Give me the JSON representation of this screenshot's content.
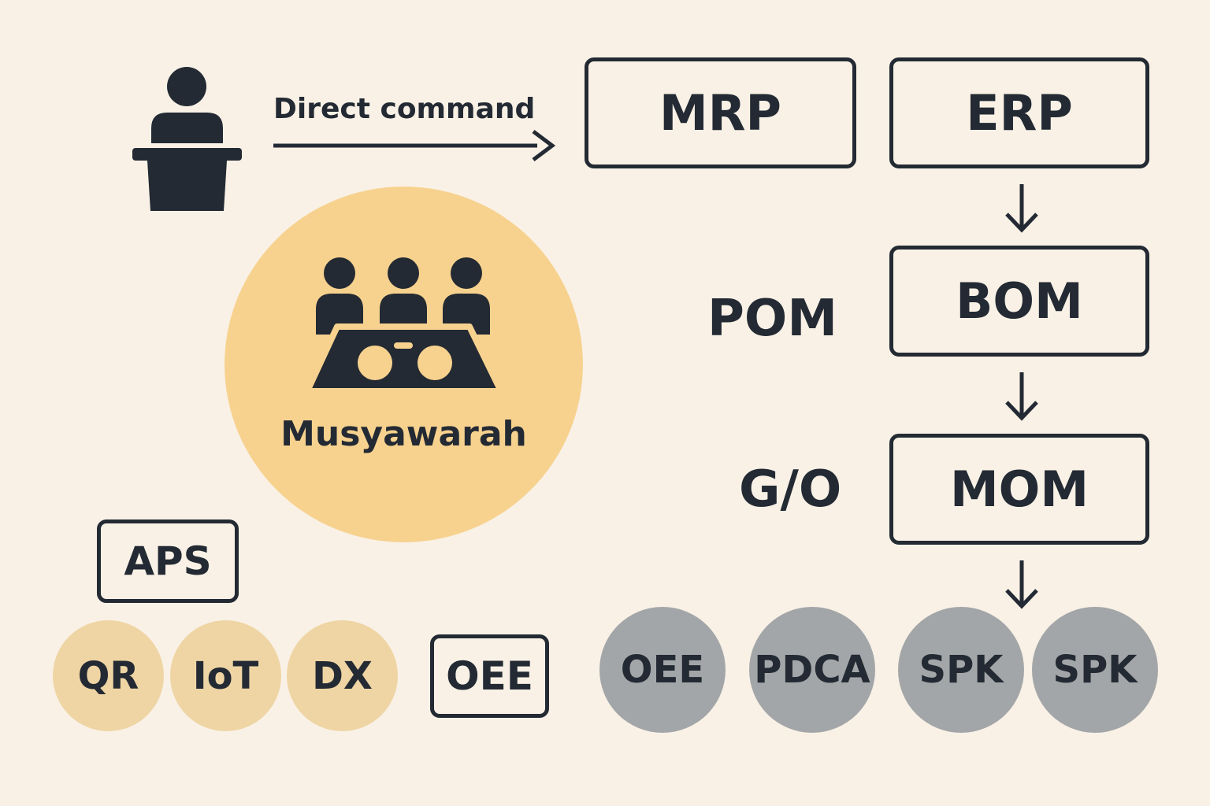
{
  "colors": {
    "background": "#f9f1e6",
    "ink": "#232a33",
    "musyawarah_circle": "#f7d28f",
    "tag_circle": "#efd5a4",
    "gray_circle": "#a3a6a8"
  },
  "speaker": {
    "icon": "podium-speaker-icon"
  },
  "arrow_label": "Direct command",
  "boxes": {
    "mrp": "MRP",
    "erp": "ERP",
    "bom": "BOM",
    "mom": "MOM",
    "aps": "APS",
    "oee": "OEE"
  },
  "side_labels": {
    "pom": "POM",
    "go": "G/O"
  },
  "musyawarah": {
    "icon": "meeting-table-icon",
    "label": "Musyawarah"
  },
  "tag_circles": [
    "QR",
    "IoT",
    "DX"
  ],
  "gray_circles": [
    "OEE",
    "PDCA",
    "SPK",
    "SPK"
  ]
}
